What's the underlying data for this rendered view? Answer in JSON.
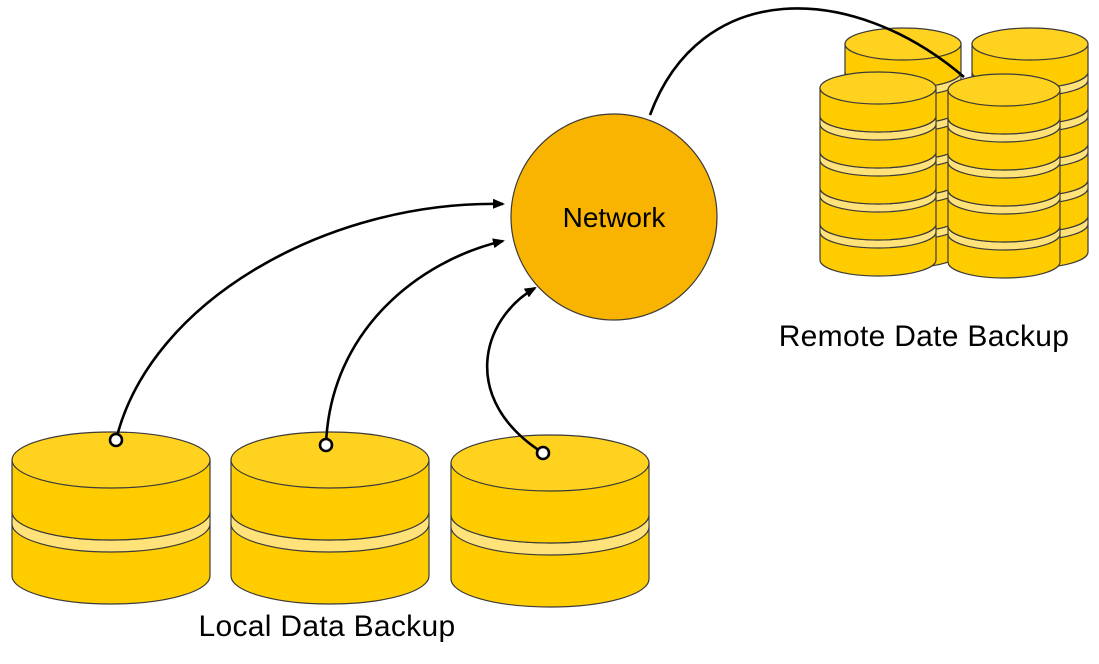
{
  "network": {
    "label": "Network"
  },
  "remote": {
    "caption": "Remote Date Backup"
  },
  "local": {
    "caption": "Local Data Backup"
  },
  "colors": {
    "disk_fill": "#FFCC00",
    "disk_band": "#FFE27A",
    "network_fill": "#F8B400",
    "line": "#000000"
  }
}
